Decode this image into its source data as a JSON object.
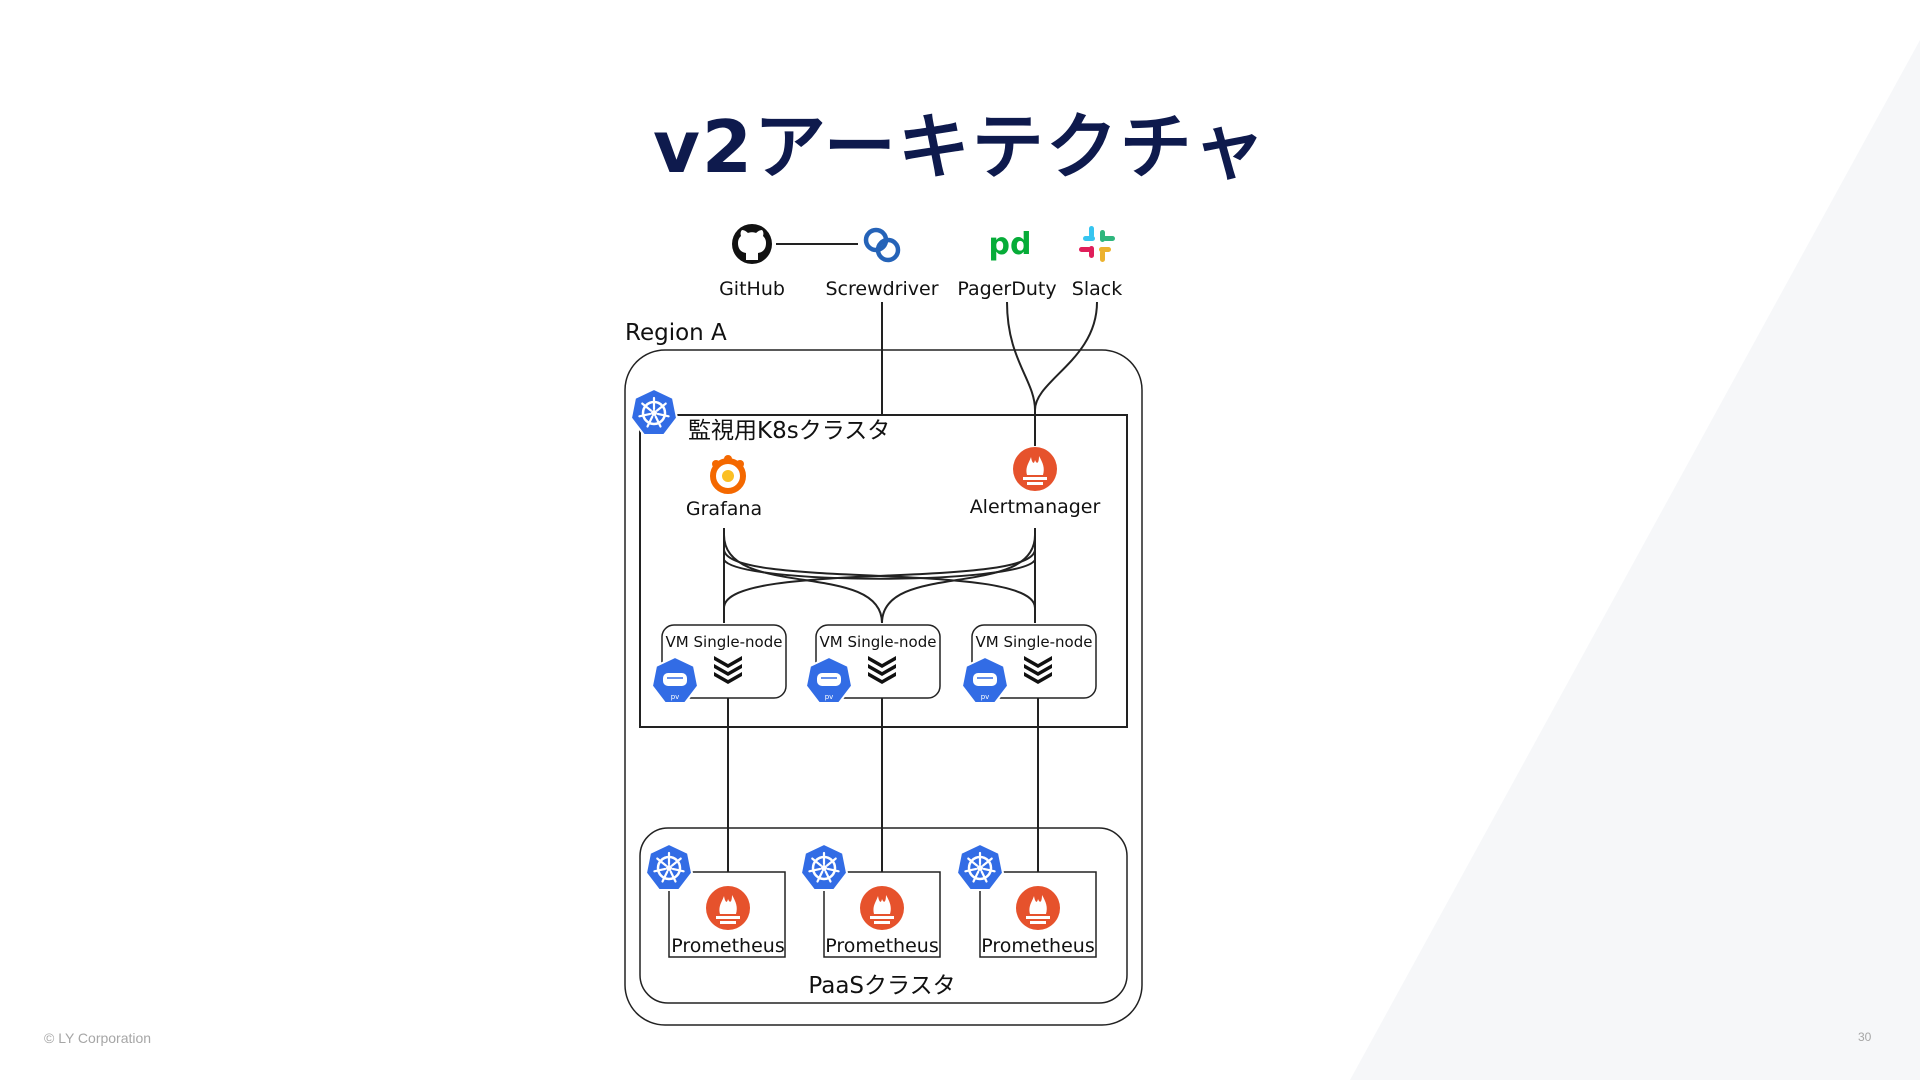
{
  "slide": {
    "title": "v2アーキテクチャ",
    "footer": "© LY Corporation",
    "page_number": "30"
  },
  "diagram": {
    "region_label": "Region A",
    "monitoring_cluster_label": "監視用K8sクラスタ",
    "paas_cluster_label": "PaaSクラスタ",
    "external_services": [
      {
        "label": "GitHub",
        "icon": "github-icon"
      },
      {
        "label": "Screwdriver",
        "icon": "screwdriver-icon"
      },
      {
        "label": "PagerDuty",
        "icon": "pagerduty-icon"
      },
      {
        "label": "Slack",
        "icon": "slack-icon"
      }
    ],
    "pagerduty_logo_text": "pd",
    "grafana_label": "Grafana",
    "alertmanager_label": "Alertmanager",
    "vm_nodes": [
      {
        "label": "VM Single-node",
        "pv_label": "pv"
      },
      {
        "label": "VM Single-node",
        "pv_label": "pv"
      },
      {
        "label": "VM Single-node",
        "pv_label": "pv"
      }
    ],
    "prometheus": [
      {
        "label": "Prometheus"
      },
      {
        "label": "Prometheus"
      },
      {
        "label": "Prometheus"
      }
    ],
    "colors": {
      "title": "#0e1a4d",
      "kubernetes": "#326ce5",
      "prometheus": "#e6522c",
      "pagerduty": "#06ac38",
      "grafana": "#f46800"
    }
  }
}
